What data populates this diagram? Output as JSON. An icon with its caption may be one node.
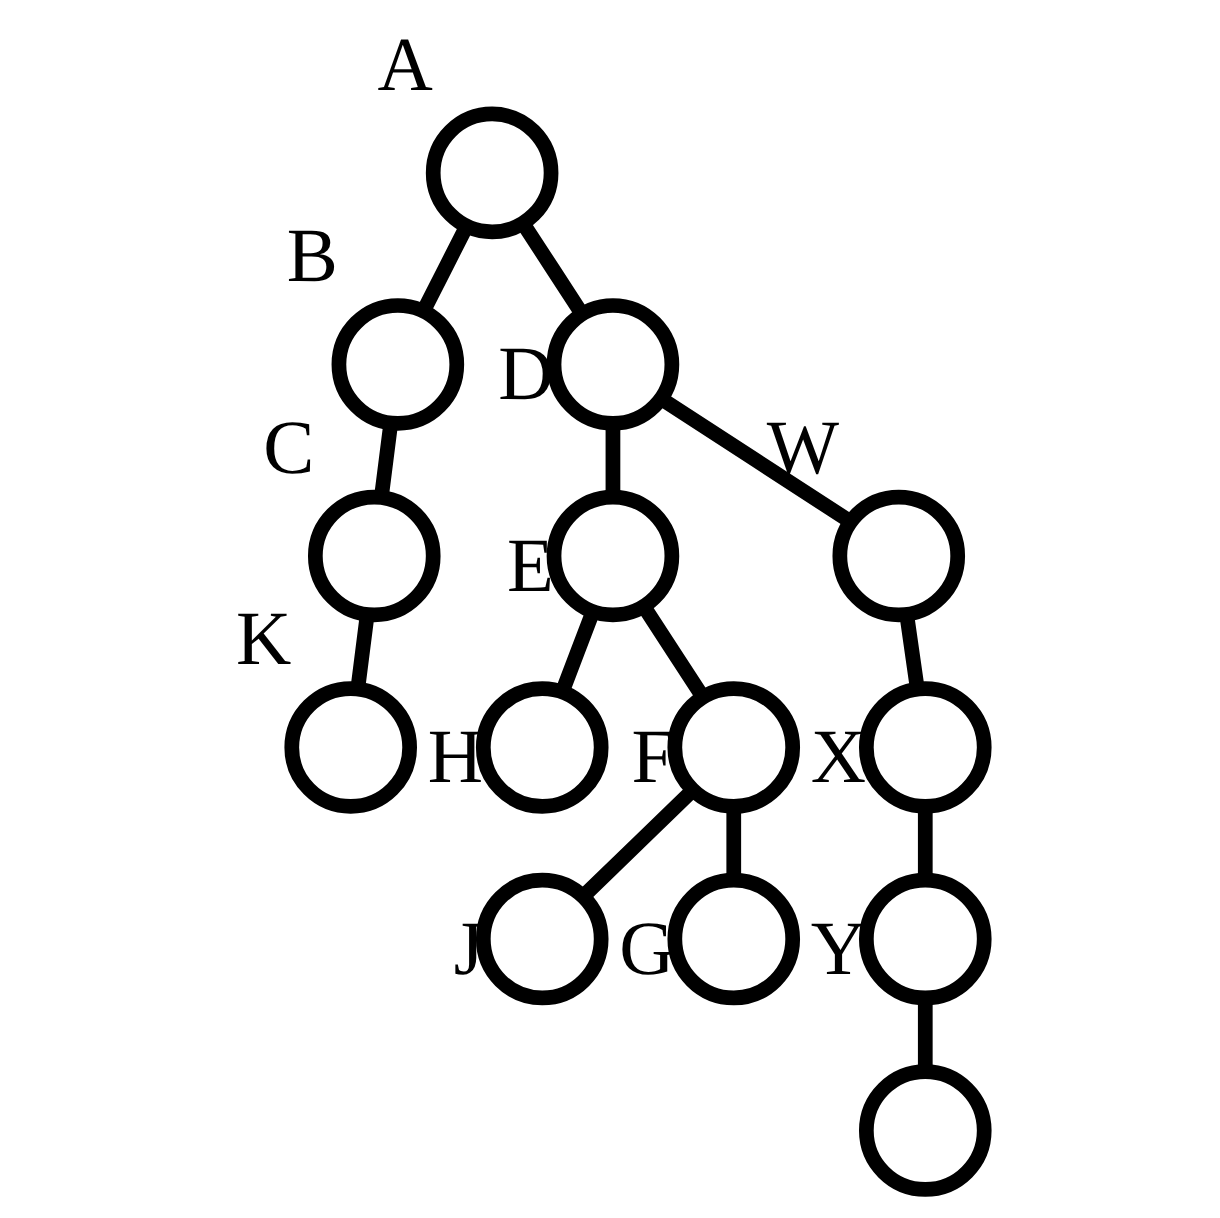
{
  "diagram": {
    "nodes": [
      {
        "text": [],
        "shape": "circle",
        "beside": [
          "A"
        ]
      },
      {
        "text": [],
        "shape": "circle",
        "beside": [
          "B"
        ]
      },
      {
        "text": [],
        "shape": "circle",
        "beside": [
          "D"
        ]
      },
      {
        "text": [],
        "shape": "circle",
        "beside": [
          "C"
        ]
      },
      {
        "text": [],
        "shape": "circle",
        "beside": [
          "E"
        ]
      },
      {
        "text": [],
        "shape": "circle",
        "beside": [
          "W"
        ]
      },
      {
        "text": [],
        "shape": "circle",
        "beside": [
          "K"
        ]
      },
      {
        "text": [],
        "shape": "circle",
        "beside": [
          "H"
        ]
      },
      {
        "text": [],
        "shape": "circle",
        "beside": [
          "F"
        ]
      },
      {
        "text": [],
        "shape": "circle",
        "beside": [
          "X"
        ]
      },
      {
        "text": [],
        "shape": "circle",
        "beside": [
          "J"
        ]
      },
      {
        "text": [],
        "shape": "circle",
        "beside": [
          "G"
        ]
      },
      {
        "text": [],
        "shape": "circle",
        "beside": [
          "Y"
        ]
      },
      {
        "text": [],
        "shape": "circle"
      }
    ],
    "edges": [
      {
        "from": 0,
        "to": 1,
        "arrow": "none"
      },
      {
        "from": 0,
        "to": 2,
        "arrow": "none"
      },
      {
        "from": 1,
        "to": 3,
        "arrow": "none"
      },
      {
        "from": 3,
        "to": 6,
        "arrow": "none"
      },
      {
        "from": 2,
        "to": 4,
        "arrow": "none"
      },
      {
        "from": 2,
        "to": 5,
        "arrow": "none"
      },
      {
        "from": 4,
        "to": 7,
        "arrow": "none"
      },
      {
        "from": 4,
        "to": 8,
        "arrow": "none"
      },
      {
        "from": 8,
        "to": 10,
        "arrow": "none"
      },
      {
        "from": 8,
        "to": 11,
        "arrow": "none"
      },
      {
        "from": 5,
        "to": 9,
        "arrow": "none"
      },
      {
        "from": 9,
        "to": 12,
        "arrow": "none"
      },
      {
        "from": 12,
        "to": 13,
        "arrow": "none"
      }
    ]
  }
}
